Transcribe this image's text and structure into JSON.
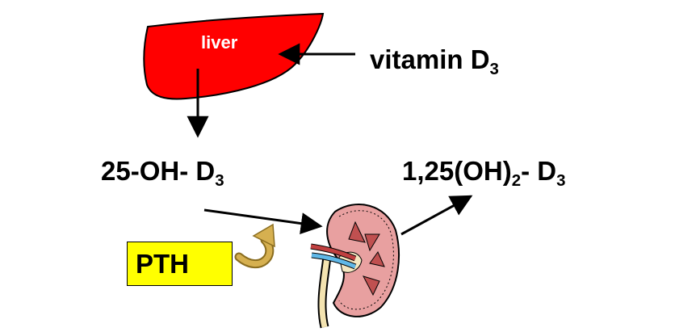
{
  "nodes": {
    "liver": "liver",
    "vitamin_d3": {
      "main": "vitamin D",
      "sub": "3"
    },
    "hydroxy_25": {
      "main": "25-OH- D",
      "sub": "3"
    },
    "dihydroxy_125": {
      "prefix": "1,25(OH)",
      "sub1": "2",
      "mid": "- D",
      "sub2": "3"
    },
    "pth": "PTH"
  },
  "colors": {
    "liver": "#ff0000",
    "pth_box": "#ffff00",
    "curved_arrow": "#c8a040",
    "kidney": "#e8a0a0"
  },
  "icons": [
    "liver-shape",
    "kidney-illustration",
    "curved-arrow"
  ]
}
